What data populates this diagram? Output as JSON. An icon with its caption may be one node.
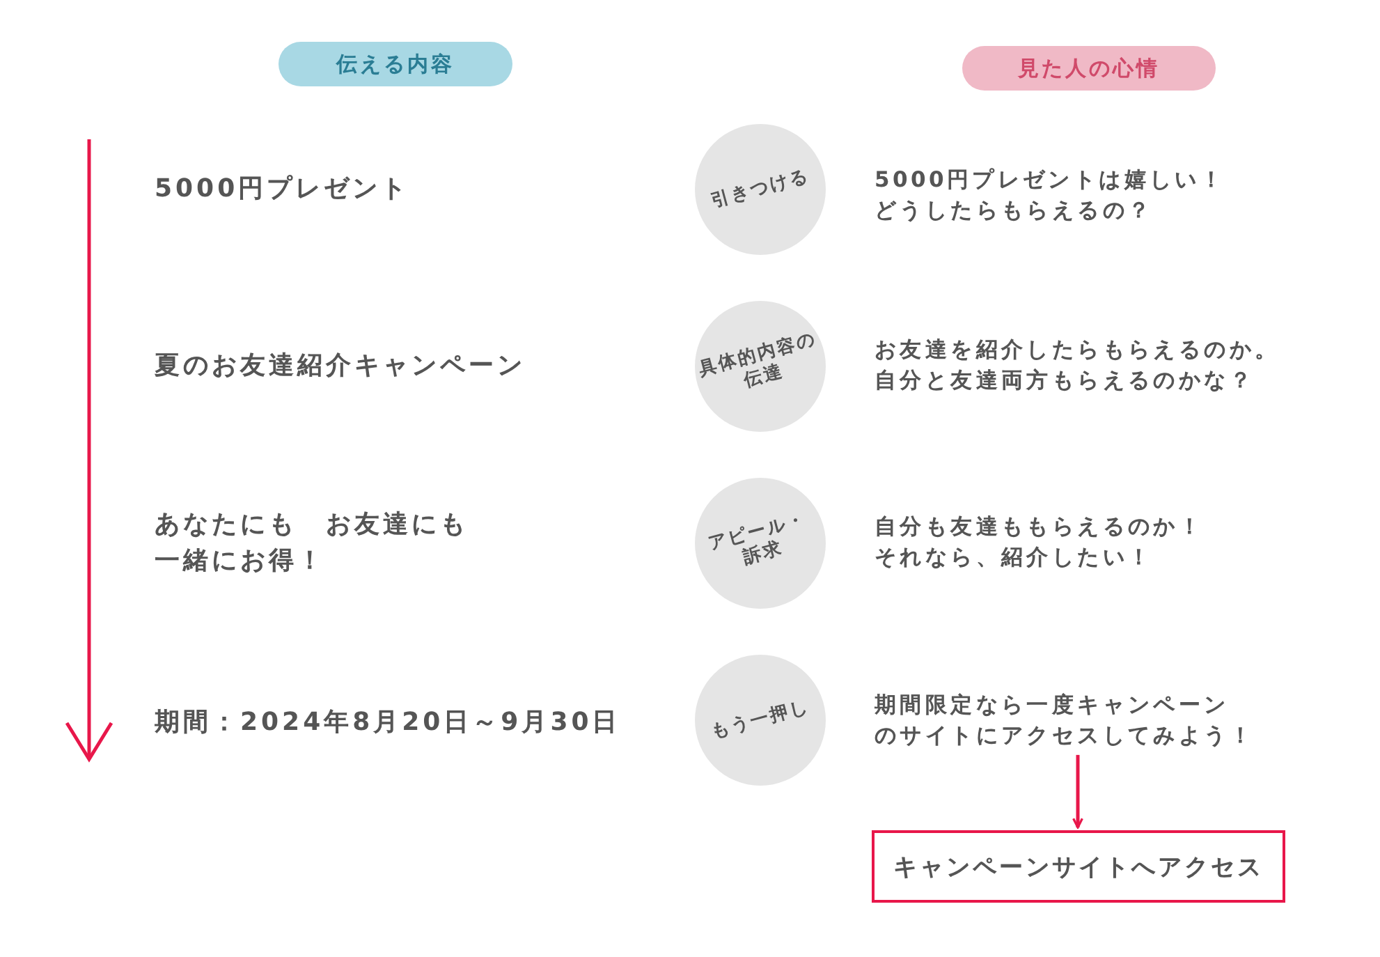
{
  "diagram": {
    "nodes": [
      {
        "text": [
          "伝える内容"
        ]
      },
      {
        "text": [
          "見た人の心情"
        ]
      },
      {
        "text": [
          "引きつける"
        ]
      },
      {
        "text": [
          "具体的内容の伝達"
        ]
      },
      {
        "text": [
          "アピール・訴求"
        ]
      },
      {
        "text": [
          "もう一押し"
        ]
      },
      {
        "text": [
          "期間限定なら一度キャンペーンのサイトにアクセスしてみよう！"
        ]
      },
      {
        "text": [
          "キャンペーンサイトへアクセス"
        ]
      }
    ],
    "edges": [
      {
        "from": 6,
        "to": 7,
        "arrow": "to",
        "color": "#e8174a"
      }
    ],
    "labels": [
      "5000円プレゼント",
      "5000円プレゼントは嬉しい！どうしたらもらえるの？",
      "夏のお友達紹介キャンペーン",
      "お友達を紹介したらもらえるのか。自分と友達両方もらえるのかな？",
      "あなたにも　お友達にも一緒にお得！",
      "自分も友達ももらえるのか！それなら、紹介したい！",
      "期間：2024年8月20日～9月30日"
    ]
  }
}
